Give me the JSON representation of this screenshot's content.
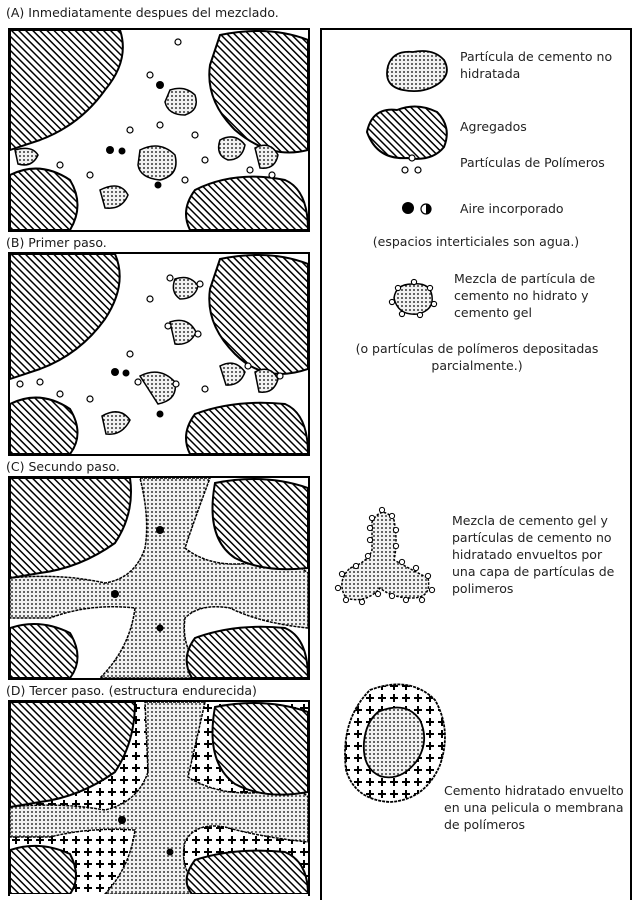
{
  "panels": [
    {
      "title": "(A) Inmediatamente despues del mezclado."
    },
    {
      "title": "(B) Primer paso."
    },
    {
      "title": "(C) Secundo paso."
    },
    {
      "title": "(D) Tercer paso. (estructura endurecida)"
    }
  ],
  "legend": {
    "cement_particle": "Partícula de cemento no hidratada",
    "aggregates": "Agregados",
    "polymer_particles": "Partículas de Polímeros",
    "entrained_air": "Aire incorporado",
    "water_note": "(espacios interticiales son agua.)",
    "mix_gel": "Mezcla de partícula de cemento no hidrato y cemento gel",
    "partial_note": "(o partículas de polímeros depositadas parcialmente.)",
    "mix_enveloped": "Mezcla de cemento gel y partículas de cemento no hidratado envueltos por una capa de partículas de polimeros",
    "hydrated": "Cemento hidratado envuelto en una pelicula o membrana de polímeros"
  },
  "colors": {
    "ink": "#000000",
    "paper": "#ffffff"
  }
}
